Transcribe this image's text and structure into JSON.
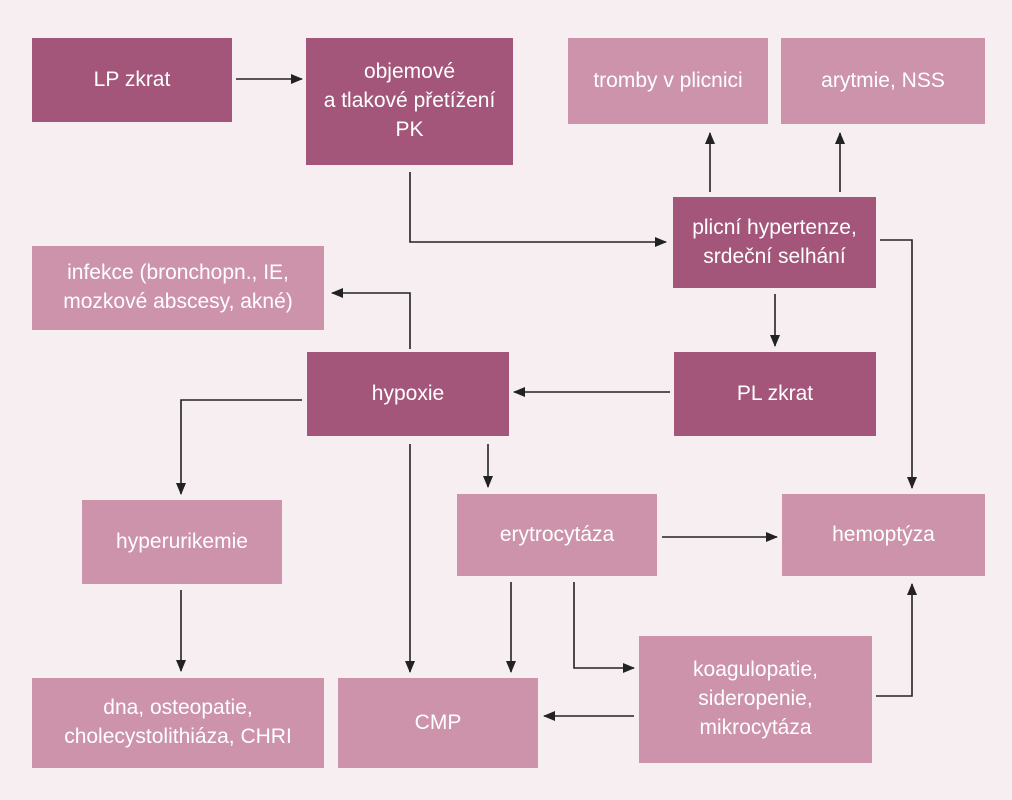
{
  "colors": {
    "background": "#f7eef1",
    "dark_box": "#a3567a",
    "light_box": "#cc93ab",
    "arrow": "#222222",
    "text": "#ffffff"
  },
  "nodes": {
    "lp_zkrat": "LP zkrat",
    "pretizeni": "objemové\na tlakové přetížení\nPK",
    "tromby": "tromby v plicnici",
    "arytmie": "arytmie, NSS",
    "plicni_hypertenze": "plicní hypertenze,\nsrdeční selhání",
    "infekce": "infekce (bronchopn., IE,\nmozkové abscesy, akné)",
    "hypoxie": "hypoxie",
    "pl_zkrat": "PL zkrat",
    "hyperurikemie": "hyperurikemie",
    "erytrocytaza": "erytrocytáza",
    "hemoptyza": "hemoptýza",
    "dna": "dna, osteopatie,\ncholecystolithiáza, CHRI",
    "cmp": "CMP",
    "koagulopatie": "koagulopatie,\nsideropenie,\nmikrocytáza"
  },
  "edges": [
    {
      "from": "lp_zkrat",
      "to": "pretizeni"
    },
    {
      "from": "pretizeni",
      "to": "plicni_hypertenze"
    },
    {
      "from": "plicni_hypertenze",
      "to": "tromby"
    },
    {
      "from": "plicni_hypertenze",
      "to": "arytmie"
    },
    {
      "from": "plicni_hypertenze",
      "to": "pl_zkrat"
    },
    {
      "from": "plicni_hypertenze",
      "to": "hemoptyza"
    },
    {
      "from": "pl_zkrat",
      "to": "hypoxie"
    },
    {
      "from": "hypoxie",
      "to": "infekce"
    },
    {
      "from": "hypoxie",
      "to": "hyperurikemie"
    },
    {
      "from": "hypoxie",
      "to": "cmp"
    },
    {
      "from": "hypoxie",
      "to": "erytrocytaza"
    },
    {
      "from": "hyperurikemie",
      "to": "dna"
    },
    {
      "from": "erytrocytaza",
      "to": "hemoptyza"
    },
    {
      "from": "erytrocytaza",
      "to": "cmp"
    },
    {
      "from": "erytrocytaza",
      "to": "koagulopatie"
    },
    {
      "from": "koagulopatie",
      "to": "cmp"
    },
    {
      "from": "koagulopatie",
      "to": "hemoptyza"
    }
  ]
}
